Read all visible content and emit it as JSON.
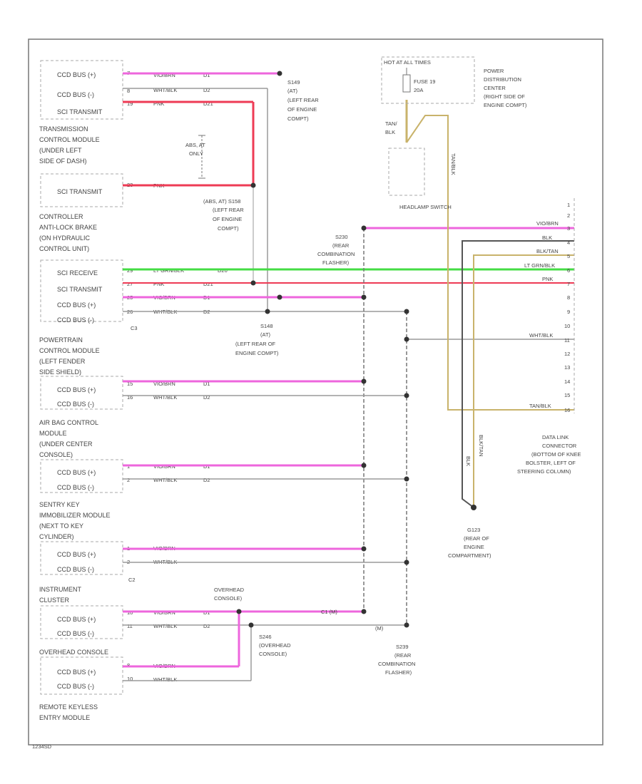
{
  "colors": {
    "pink": "#ee66dd",
    "red": "#ee3b55",
    "green": "#44dd44",
    "grey": "#9a9a9a",
    "tan": "#c9b36b",
    "dark": "#555555",
    "fill_grey": "#c8c8c8"
  },
  "modules": {
    "tcm": {
      "pins": [
        "CCD BUS (+)",
        "CCD BUS (-)",
        "SCI TRANSMIT"
      ],
      "pin_nums": [
        "7",
        "8",
        "19"
      ],
      "colors": [
        "VIO/BRN",
        "WHT/BLK",
        "PNK"
      ],
      "circuits": [
        "D1",
        "D2",
        "D21"
      ],
      "title": [
        "TRANSMISSION",
        "CONTROL MODULE",
        "(UNDER LEFT",
        "SIDE OF DASH)"
      ]
    },
    "abs": {
      "pin": "SCI TRANSMIT",
      "pin_num": "23",
      "color": "PNK",
      "title": [
        "CONTROLLER",
        "ANTI-LOCK BRAKE",
        "(ON HYDRAULIC",
        "CONTROL UNIT)"
      ]
    },
    "pcm": {
      "pins": [
        "SCI RECEIVE",
        "SCI TRANSMIT",
        "CCD BUS (+)",
        "CCD BUS (-)"
      ],
      "pin_nums": [
        "29",
        "27",
        "25",
        "26"
      ],
      "colors": [
        "LT GRN/BLK",
        "PNK",
        "VIO/BRN",
        "WHT/BLK"
      ],
      "circuits": [
        "D20",
        "D21",
        "D1",
        "D2"
      ],
      "connector": "C3",
      "title": [
        "POWERTRAIN",
        "CONTROL MODULE",
        "(LEFT FENDER",
        "SIDE SHIELD)"
      ],
      "bottom_pins": [
        "CCD BUS (+)",
        "CCD BUS (-)"
      ],
      "bottom_pin_nums": [
        "15",
        "16"
      ]
    },
    "airbag": {
      "pins": [
        "CCD BUS (+)",
        "CCD BUS (-)"
      ],
      "pin_nums": [
        "1",
        "2"
      ],
      "title": [
        "AIR BAG CONTROL",
        "MODULE",
        "(UNDER CENTER",
        "CONSOLE)"
      ]
    },
    "skim": {
      "pins": [
        "CCD BUS (+)",
        "CCD BUS (-)"
      ],
      "pin_nums": [
        "1",
        "2"
      ],
      "connector": "C2",
      "title": [
        "SENTRY KEY",
        "IMMOBILIZER MODULE",
        "(NEXT TO KEY",
        "CYLINDER)"
      ]
    },
    "cluster": {
      "pins": [
        "CCD BUS (+)",
        "CCD BUS (-)"
      ],
      "pin_nums": [
        "10",
        "11"
      ],
      "title": [
        "INSTRUMENT",
        "CLUSTER"
      ]
    },
    "overhead": {
      "pins": [
        "CCD BUS (+)",
        "CCD BUS (-)"
      ],
      "pin_nums": [
        "8",
        "10"
      ],
      "title": "OVERHEAD CONSOLE"
    },
    "rke": {
      "title": [
        "REMOTE KEYLESS",
        "ENTRY MODULE"
      ]
    }
  },
  "splices": {
    "s1": [
      "S149",
      "(AT)",
      "(LEFT REAR",
      "OF ENGINE",
      "COMPT)"
    ],
    "abs_at": [
      "(ABS, AT) S158",
      "(LEFT REAR",
      "OF ENGINE",
      "COMPT)"
    ],
    "abs_at_only": [
      "ABS, AT",
      "ONLY"
    ],
    "s2": [
      "S148",
      "(AT)",
      "(LEFT REAR OF",
      "ENGINE COMPT)"
    ],
    "rear_top": [
      "S230",
      "(REAR",
      "COMBINATION",
      "FLASHER)"
    ],
    "overhead_top": [
      "OVERHEAD",
      "CONSOLE)"
    ],
    "overhead_bottom": [
      "S246",
      "(OVERHEAD",
      "CONSOLE)"
    ],
    "rear_bottom": [
      "S239",
      "(REAR",
      "COMBINATION",
      "FLASHER)"
    ],
    "ground": [
      "G123",
      "(REAR OF",
      "ENGINE",
      "COMPARTMENT)"
    ],
    "overhead_labels": [
      "C1 (M)",
      "(M)"
    ]
  },
  "pdc": {
    "hot_label": "HOT AT ALL TIMES",
    "fuse": [
      "FUSE 19",
      "20A"
    ],
    "title": [
      "POWER",
      "DISTRIBUTION",
      "CENTER",
      "(RIGHT SIDE OF",
      "ENGINE COMPT)"
    ],
    "wire_label": [
      "TAN/",
      "BLK"
    ],
    "wire_right": "TAN/BLK"
  },
  "headlamp_switch": "HEADLAMP SWITCH",
  "dlc": {
    "title": [
      "DATA LINK",
      "CONNECTOR",
      "(BOTTOM OF KNEE",
      "BOLSTER, LEFT OF",
      "STEERING COLUMN)"
    ],
    "pin_nums": [
      "1",
      "2",
      "3",
      "4",
      "5",
      "6",
      "7",
      "8",
      "9",
      "10",
      "11",
      "12",
      "13",
      "14",
      "15",
      "16"
    ],
    "wire_colors": [
      "VIO/BRN",
      "BLK",
      "BLK/TAN",
      "LT GRN/BLK",
      "PNK",
      "WHT/BLK",
      "TAN/BLK"
    ],
    "ground_wires": [
      "BLK",
      "BLK/TAN"
    ]
  },
  "footer": "1234SD"
}
